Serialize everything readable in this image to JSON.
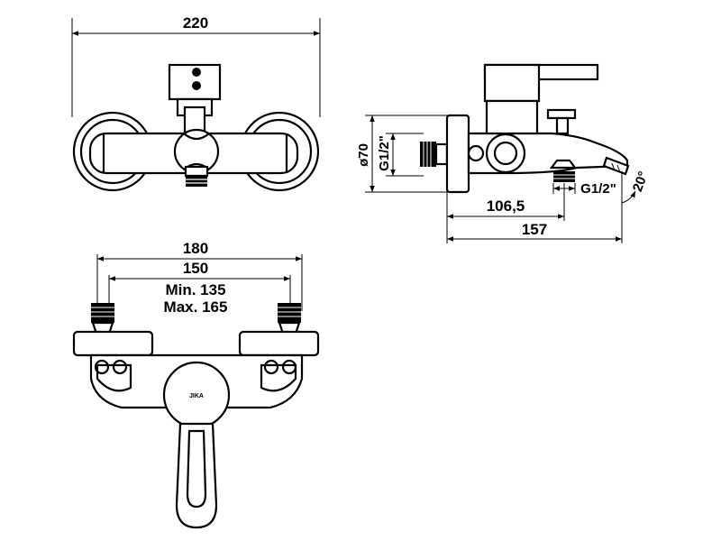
{
  "top_view": {
    "width_label": "220"
  },
  "side_view": {
    "diameter_label": "ø70",
    "thread_left_label": "G1/2\"",
    "thread_bottom_label": "G1/2\"",
    "angle_label": "20°",
    "dim_inner_label": "106,5",
    "dim_outer_label": "157"
  },
  "front_view": {
    "dim_180_label": "180",
    "dim_150_label": "150",
    "min_label": "Min. 135",
    "max_label": "Max. 165",
    "logo_label": "JIKA"
  },
  "colors": {
    "line": "#000000",
    "background": "#ffffff"
  }
}
